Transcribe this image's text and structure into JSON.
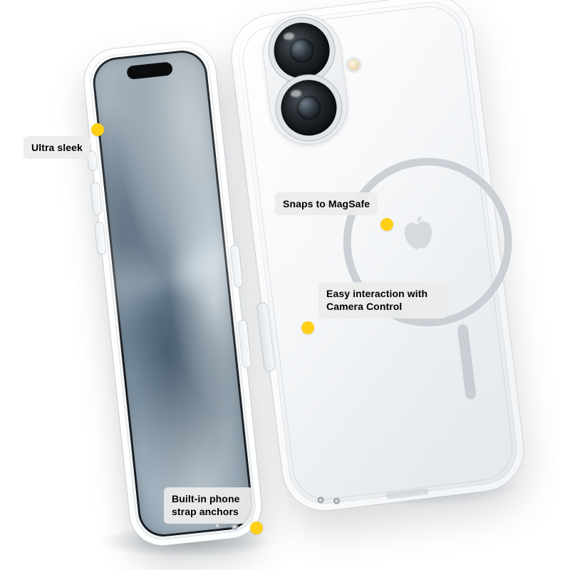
{
  "callouts": [
    {
      "id": "ultra-sleek",
      "label": "Ultra sleek"
    },
    {
      "id": "snaps-magsafe",
      "label": "Snaps to MagSafe"
    },
    {
      "id": "camera-control",
      "label": "Easy interaction with Camera Control"
    },
    {
      "id": "strap-anchors",
      "label": "Built-in phone strap anchors"
    }
  ],
  "icons": {
    "apple_logo": "apple-logo-icon",
    "magsafe_ring": "magsafe-ring",
    "callout_marker": "yellow-dot"
  },
  "colors": {
    "callout_dot": "#FFD015",
    "callout_bg": "#EBEBEB",
    "callout_text": "#000000",
    "magsafe_ring": "#C5CBD1"
  }
}
